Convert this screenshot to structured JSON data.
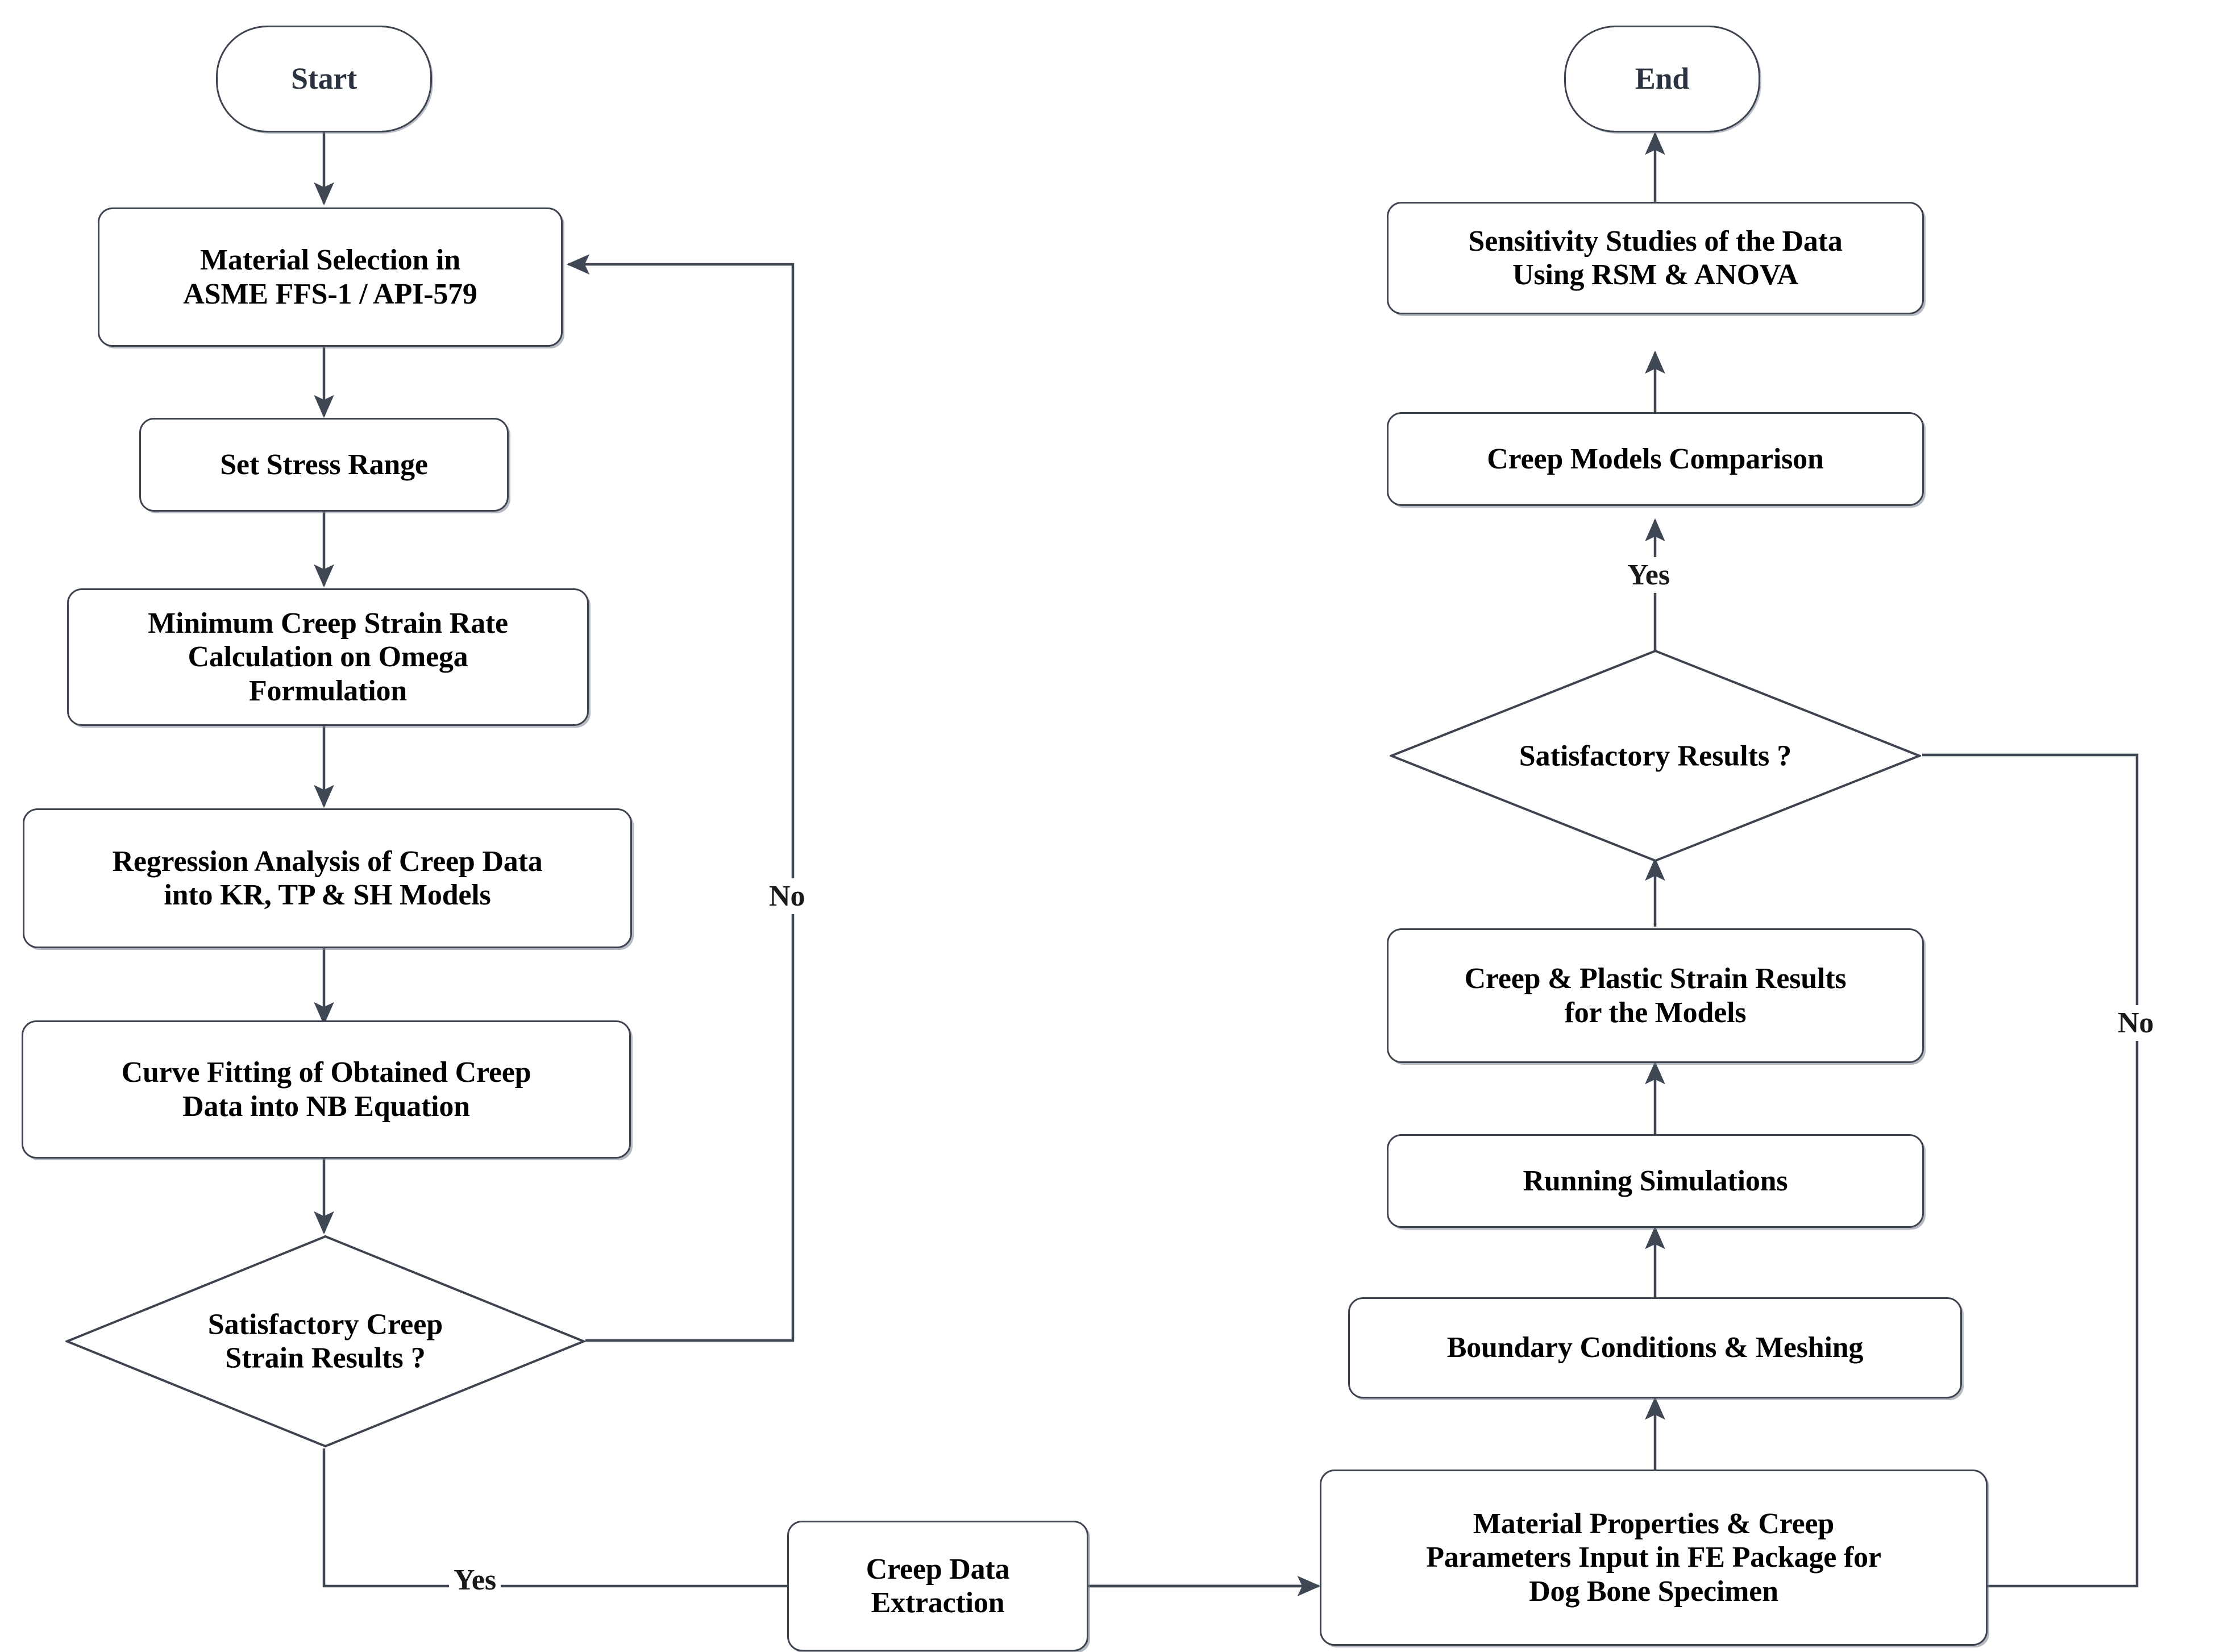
{
  "diagram": {
    "title": "Creep Analysis Methodology Flowchart",
    "type": "flowchart",
    "colors": {
      "background": "#ffffff",
      "node_border": "#3d4450",
      "node_fill": "#ffffff",
      "connector": "#3f4754",
      "terminator_text": "#2b3340",
      "process_text": "#000000"
    }
  },
  "nodes": {
    "start": {
      "label": "Start",
      "shape": "terminator"
    },
    "material_selection": {
      "label": "Material Selection in\nASME FFS-1 / API-579",
      "shape": "process"
    },
    "set_stress_range": {
      "label": "Set Stress Range",
      "shape": "process"
    },
    "min_creep_strain_rate": {
      "label": "Minimum Creep Strain Rate\nCalculation on Omega\nFormulation",
      "shape": "process"
    },
    "regression_analysis": {
      "label": "Regression Analysis of Creep Data\ninto KR, TP & SH Models",
      "shape": "process"
    },
    "curve_fitting": {
      "label": "Curve Fitting of Obtained Creep\nData into NB Equation",
      "shape": "process"
    },
    "satisfactory_creep_strain": {
      "label": "Satisfactory Creep\nStrain Results ?",
      "shape": "decision"
    },
    "creep_data_extraction": {
      "label": "Creep Data\nExtraction",
      "shape": "process"
    },
    "material_properties_input": {
      "label": "Material Properties & Creep\nParameters Input in FE Package for\nDog Bone Specimen",
      "shape": "process"
    },
    "boundary_conditions": {
      "label": "Boundary Conditions & Meshing",
      "shape": "process"
    },
    "running_simulations": {
      "label": "Running Simulations",
      "shape": "process"
    },
    "creep_plastic_strain_results": {
      "label": "Creep & Plastic Strain Results\nfor the Models",
      "shape": "process"
    },
    "satisfactory_results": {
      "label": "Satisfactory Results ?",
      "shape": "decision"
    },
    "creep_models_comparison": {
      "label": "Creep Models Comparison",
      "shape": "process"
    },
    "sensitivity_studies": {
      "label": "Sensitivity Studies of the Data\nUsing RSM & ANOVA",
      "shape": "process"
    },
    "end": {
      "label": "End",
      "shape": "terminator"
    }
  },
  "edge_labels": {
    "left_no": "No",
    "left_yes": "Yes",
    "right_no": "No",
    "right_yes": "Yes"
  }
}
